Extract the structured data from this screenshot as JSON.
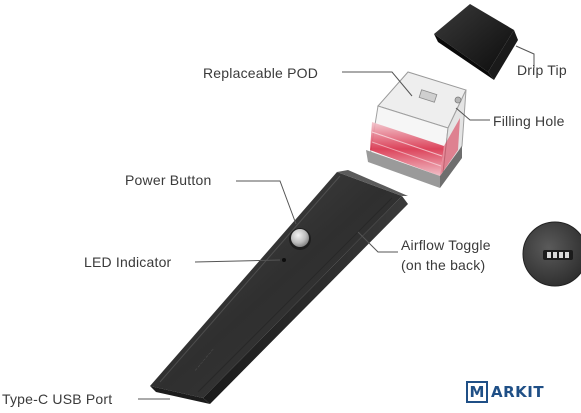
{
  "callouts": {
    "drip_tip": "Drip Tip",
    "replaceable_pod": "Replaceable POD",
    "filling_hole": "Filling Hole",
    "power_button": "Power Button",
    "led_indicator": "LED Indicator",
    "airflow_toggle": "Airflow Toggle",
    "airflow_toggle_note": "(on the back)",
    "usb_port": "Type-C USB Port"
  },
  "watermark": {
    "box_letter": "M",
    "word": "ARKIT"
  },
  "colors": {
    "body_dark": "#2b2b2b",
    "pod_red": "#d9304a",
    "logo_blue": "#1f4f86",
    "leader_line": "#555555"
  }
}
